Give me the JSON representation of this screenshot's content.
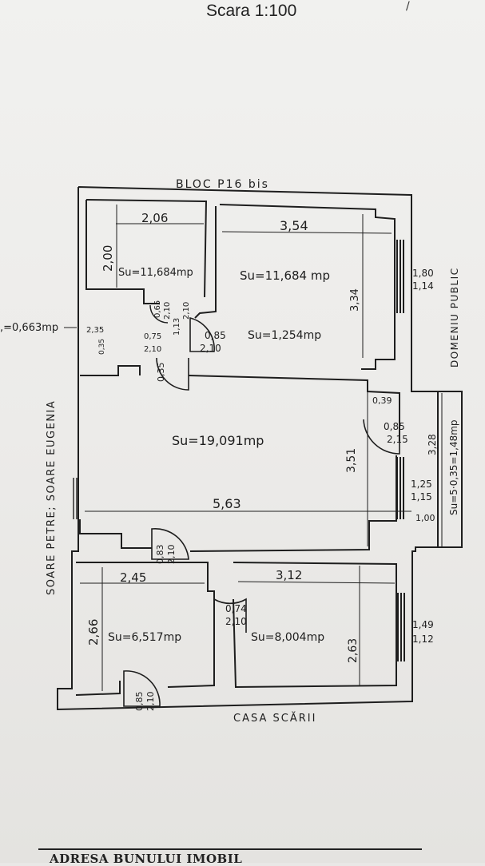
{
  "header": {
    "scale": "Scara 1:100",
    "corner_mark": "/"
  },
  "street_labels": {
    "top": "BLOC P16 bis",
    "right": "DOMENIU PUBLIC",
    "left": "SOARE PETRE; SOARE EUGENIA",
    "bottom": "CASA SCĂRII"
  },
  "rooms": {
    "small_top_left": {
      "area": "Su=11,684mp",
      "width": "2,06",
      "height": "2,00"
    },
    "top_right": {
      "area": "Su=11,684 mp",
      "width": "3,54",
      "height": "3,34"
    },
    "hall": {
      "area": "Su=1,254mp"
    },
    "living": {
      "area": "Su=19,091mp",
      "width": "5,63",
      "height": "3,51"
    },
    "bottom_left": {
      "area": "Su=6,517mp",
      "width": "2,45",
      "height": "2,66"
    },
    "bottom_right": {
      "area": "Su=8,004mp",
      "width": "3,12",
      "height": "2,63"
    },
    "balcony": {
      "area": "Su=5·0,35=1,48mp",
      "height": "3,28",
      "depth": "0,39"
    },
    "closet": {
      "area": ",=0,663mp"
    }
  },
  "doors": {
    "closet_door": [
      "2,35",
      "0,35",
      "0,75",
      "2,10"
    ],
    "hall_door": [
      "0,85",
      "2,10"
    ],
    "hall_small": [
      "0,65",
      "2,10",
      "1,13",
      "2,10",
      "0,35"
    ],
    "balcony_door": [
      "0,85",
      "2,15"
    ],
    "living_door": [
      "0,83",
      "2,10"
    ],
    "bottom_door": [
      "0,74",
      "2,10"
    ],
    "entry_door": [
      "0,85",
      "2,10"
    ]
  },
  "windows": {
    "top_right": [
      "1,80",
      "1,14"
    ],
    "living": [
      "1,25",
      "1,15",
      "1,00"
    ],
    "bottom_right": [
      "1,49",
      "1,12"
    ]
  },
  "footer": {
    "text": "ADRESA BUNULUI IMOBIL"
  }
}
